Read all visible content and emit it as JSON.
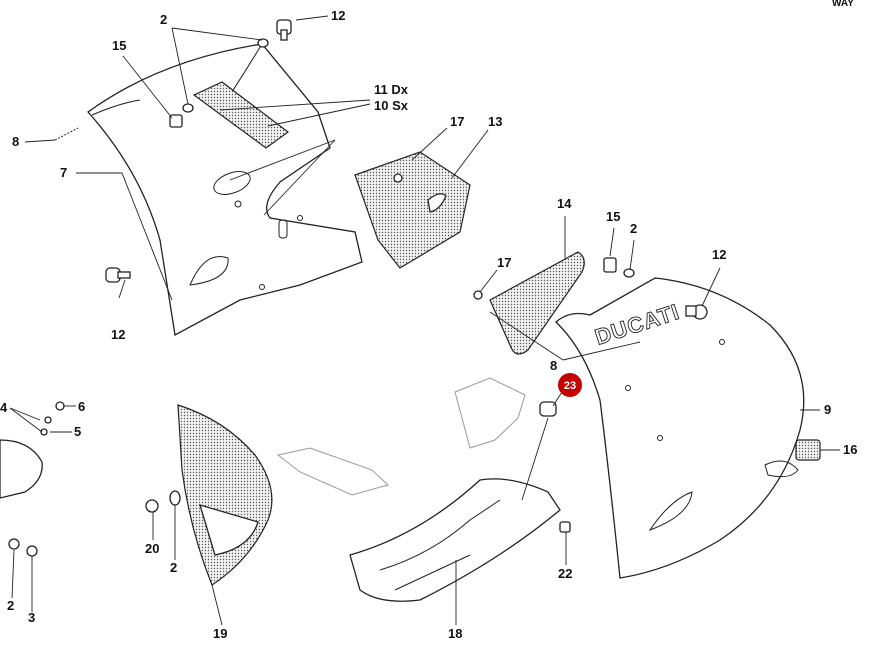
{
  "corner_logo": "WAY",
  "callouts": [
    {
      "id": "c2a",
      "text": "2"
    },
    {
      "id": "c12a",
      "text": "12"
    },
    {
      "id": "c15a",
      "text": "15"
    },
    {
      "id": "c11",
      "text": "11 Dx"
    },
    {
      "id": "c10",
      "text": "10 Sx"
    },
    {
      "id": "c8a",
      "text": "8"
    },
    {
      "id": "c7",
      "text": "7"
    },
    {
      "id": "c17a",
      "text": "17"
    },
    {
      "id": "c13",
      "text": "13"
    },
    {
      "id": "c12b",
      "text": "12"
    },
    {
      "id": "c14",
      "text": "14"
    },
    {
      "id": "c15b",
      "text": "15"
    },
    {
      "id": "c2b",
      "text": "2"
    },
    {
      "id": "c12c",
      "text": "12"
    },
    {
      "id": "c17b",
      "text": "17"
    },
    {
      "id": "c8b",
      "text": "8"
    },
    {
      "id": "c9",
      "text": "9"
    },
    {
      "id": "c16",
      "text": "16"
    },
    {
      "id": "c4",
      "text": "4"
    },
    {
      "id": "c6",
      "text": "6"
    },
    {
      "id": "c5",
      "text": "5"
    },
    {
      "id": "c20",
      "text": "20"
    },
    {
      "id": "c2c",
      "text": "2"
    },
    {
      "id": "c19",
      "text": "19"
    },
    {
      "id": "c2d",
      "text": "2"
    },
    {
      "id": "c3",
      "text": "3"
    },
    {
      "id": "c22",
      "text": "22"
    },
    {
      "id": "c18",
      "text": "18"
    }
  ],
  "hotspot": {
    "label": "23",
    "color": "#c40000"
  },
  "fairing_brand": "DUCATI"
}
